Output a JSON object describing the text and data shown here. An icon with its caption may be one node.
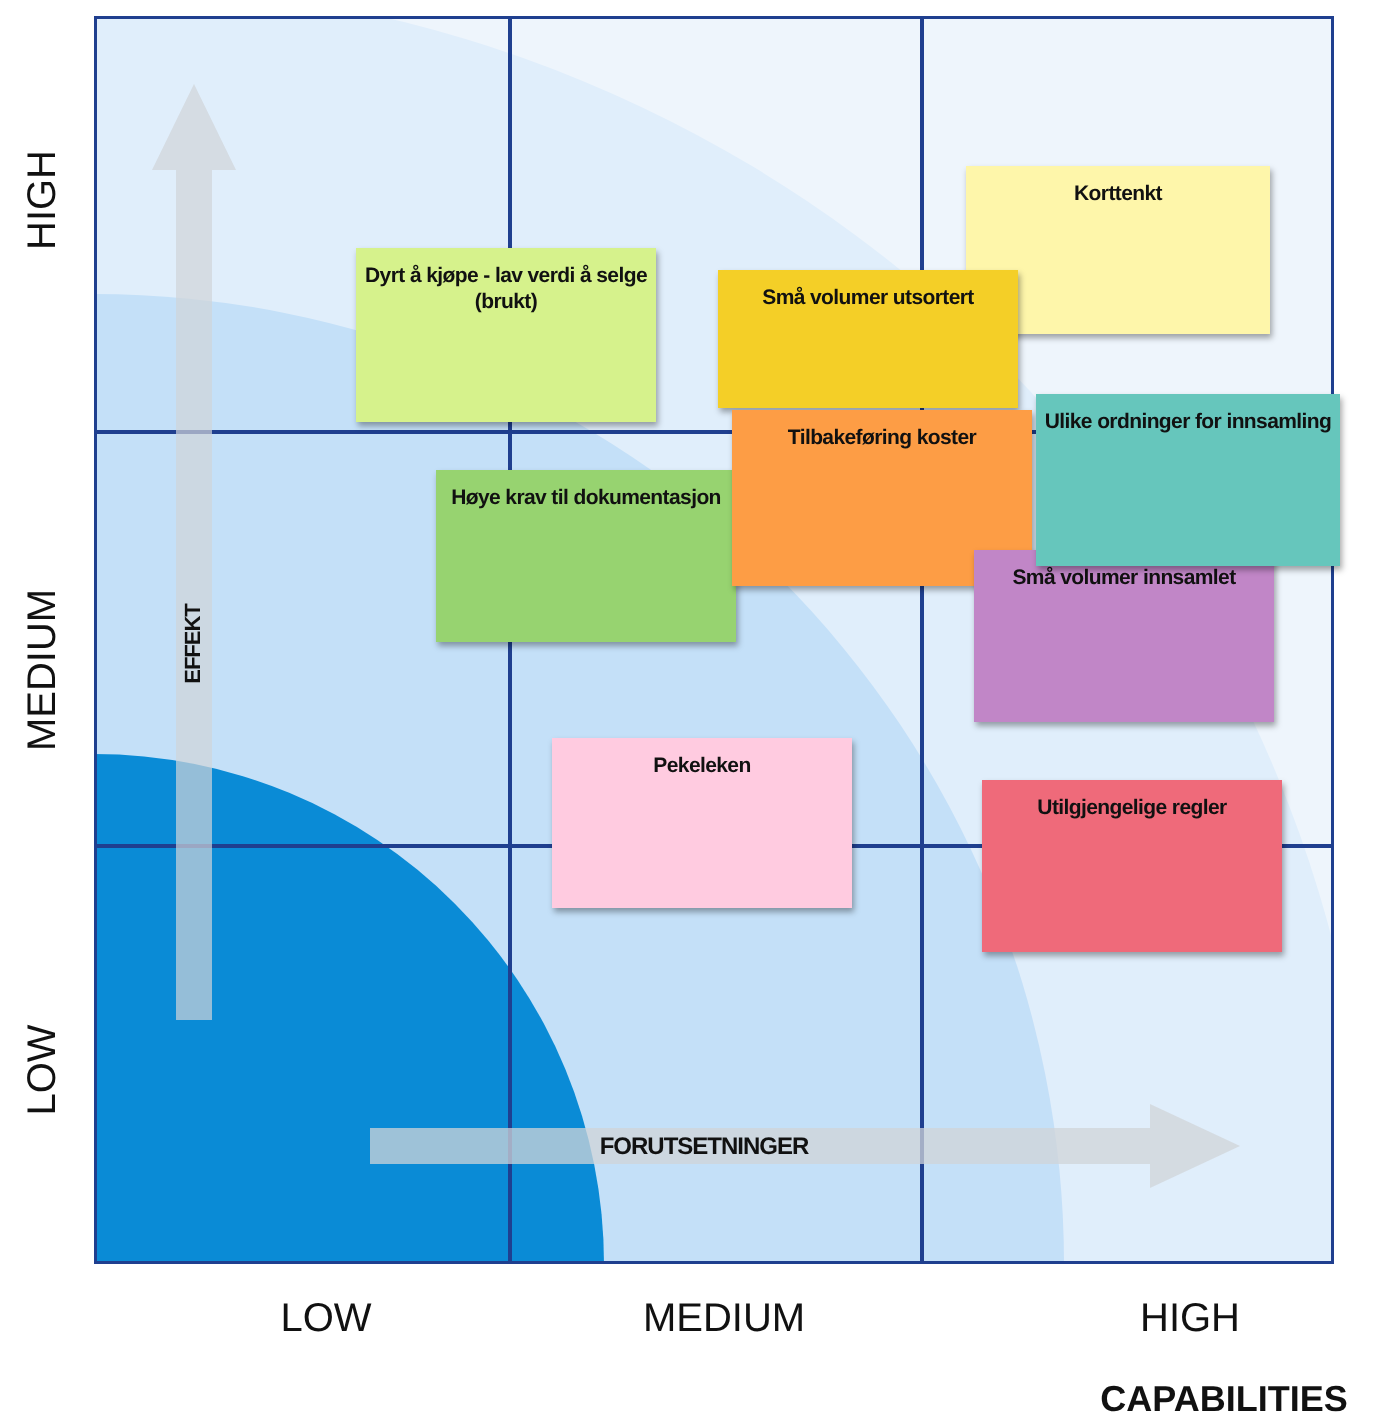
{
  "diagram": {
    "nodes": [
      {
        "text": [
          "Korttenkt"
        ]
      },
      {
        "text": [
          "Dyrt å kjøpe - lav verdi å selge (brukt)"
        ]
      },
      {
        "text": [
          "Små volumer utsortert"
        ]
      },
      {
        "text": [
          "Ulike ordninger for innsamling"
        ]
      },
      {
        "text": [
          "Tilbakeføring koster"
        ]
      },
      {
        "text": [
          "Høye krav til dokumentasjon"
        ]
      },
      {
        "text": [
          "Små volumer innsamlet"
        ]
      },
      {
        "text": [
          "Pekeleken"
        ]
      },
      {
        "text": [
          "Utilgjengelige regler"
        ]
      }
    ],
    "labels": [
      "HIGH",
      "MEDIUM",
      "LOW",
      "EFFEKT",
      "FORUTSETNINGER",
      "LOW",
      "MEDIUM",
      "HIGH",
      "CAPABILITIES"
    ]
  }
}
